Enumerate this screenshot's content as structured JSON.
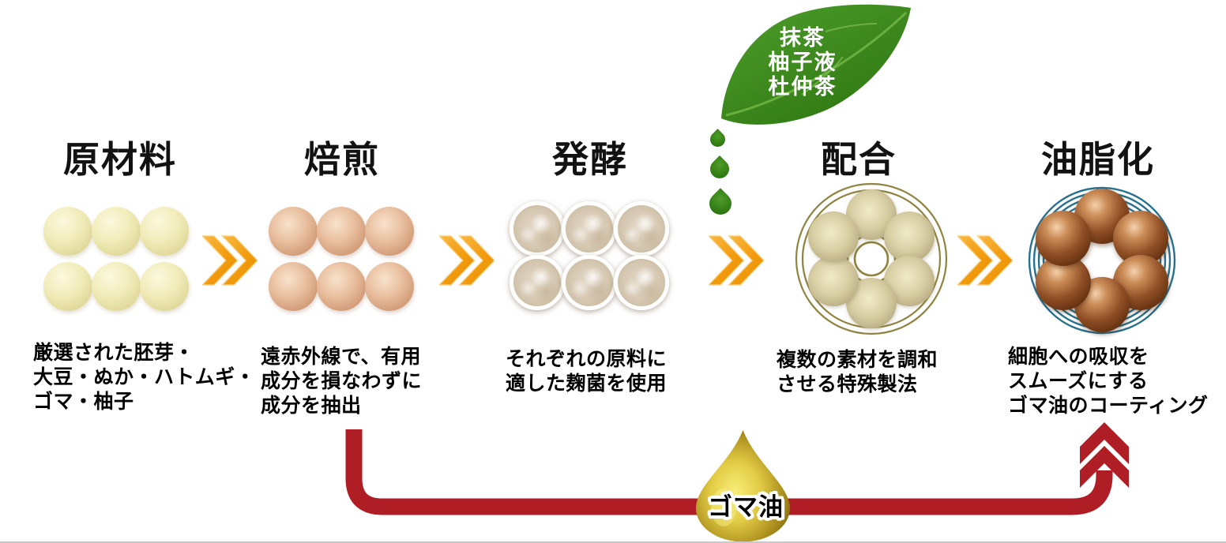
{
  "stages": [
    {
      "title": "原材料",
      "description": "厳選された胚芽・\n大豆・ぬか・ハトムギ・\nゴマ・柚子"
    },
    {
      "title": "焙煎",
      "description": "遠赤外線で、有用\n成分を損なわずに\n成分を抽出"
    },
    {
      "title": "発酵",
      "description": "それぞれの原料に\n適した麹菌を使用"
    },
    {
      "title": "配合",
      "description": "複数の素材を調和\nさせる特殊製法"
    },
    {
      "title": "油脂化",
      "description": "細胞への吸収を\nスムーズにする\nゴマ油のコーティング"
    }
  ],
  "leaf": {
    "ingredients_label": "抹茶\n柚子液\n杜仲茶"
  },
  "oil_loop": {
    "drop_label": "ゴマ油"
  },
  "colors": {
    "arrow_orange": "#F29B0D",
    "loop_red": "#AF1E24",
    "leaf_green": "#3E8B1F",
    "droplet_green": "#2F7D14",
    "oil_gold": "#C9A82C",
    "ring_olive": "#8F833F",
    "ring_teal": "#27718F",
    "title_text": "#121212"
  }
}
